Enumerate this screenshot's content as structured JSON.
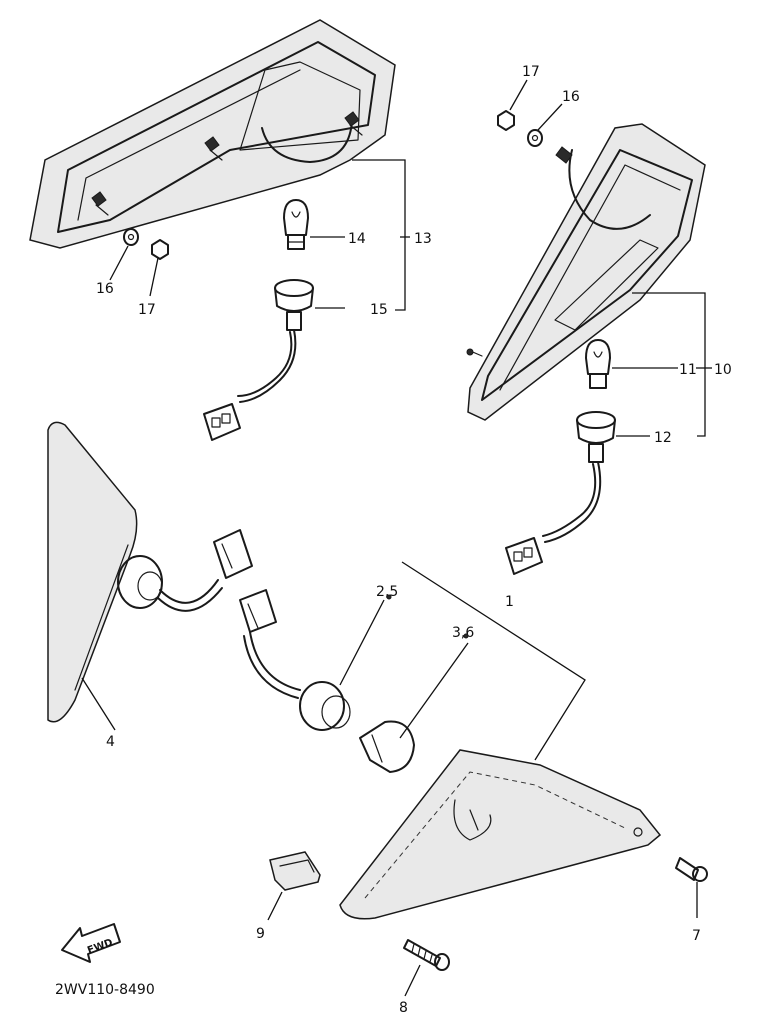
{
  "diagram_code": "2WV110-8490",
  "fwd_label": "FWD",
  "callouts": {
    "c1": "1",
    "c25": "2,5",
    "c36": "3,6",
    "c4": "4",
    "c7": "7",
    "c8": "8",
    "c9": "9",
    "c10": "10",
    "c11": "11",
    "c12": "12",
    "c13": "13",
    "c14": "14",
    "c15": "15",
    "c16_left": "16",
    "c17_left": "17",
    "c16_right": "16",
    "c17_right": "17"
  }
}
